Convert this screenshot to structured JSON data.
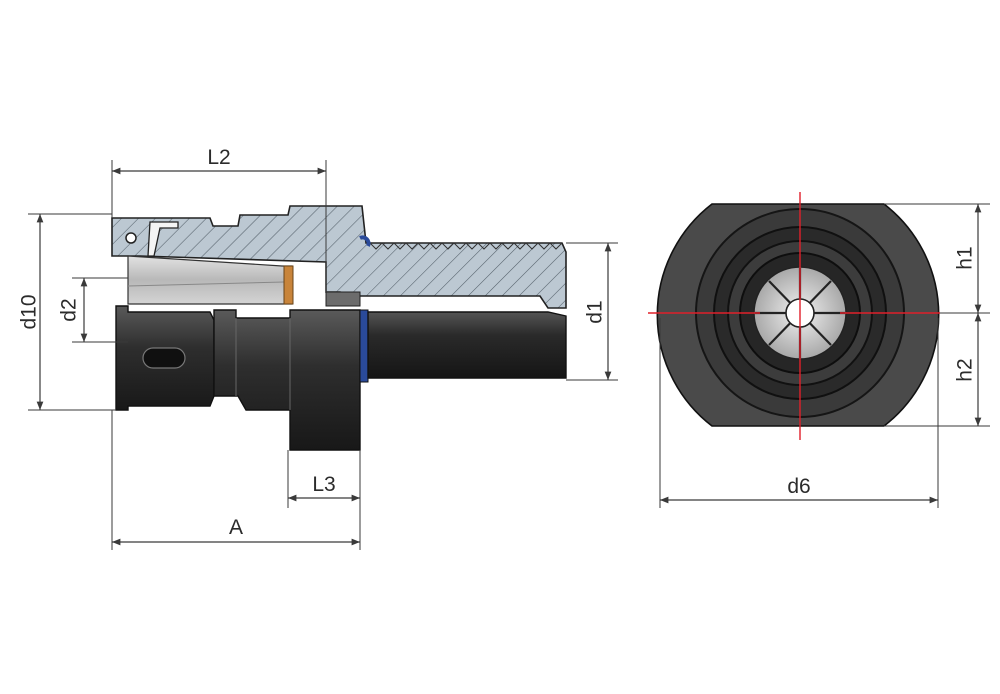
{
  "labels": {
    "L2": "L2",
    "d10": "d10",
    "d2": "d2",
    "d1": "d1",
    "L3": "L3",
    "A": "A",
    "h1": "h1",
    "h2": "h2",
    "d6": "d6"
  },
  "colors": {
    "body_dark": "#2c2c2c",
    "body_mid": "#4a4a4a",
    "section_fill": "#b9c5cf",
    "hatch": "#5a6670",
    "collet": "#c8c8c8",
    "seal_blue": "#2a4a9a",
    "washer_orange": "#c8843a",
    "centerline_red": "#e0202a",
    "dimension": "#3a3a3a"
  }
}
